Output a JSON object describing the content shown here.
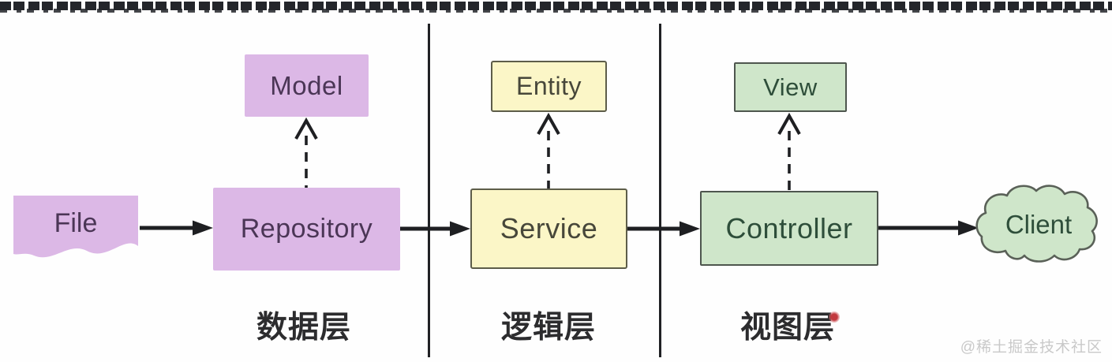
{
  "diagram": {
    "type": "layered-architecture-flow",
    "watermark": "@稀土掘金技术社区",
    "top_strip": {
      "description": "cropped-dark-text-band",
      "color": "#24262b"
    },
    "layers": {
      "data_layer": {
        "label": "数据层"
      },
      "logic_layer": {
        "label": "逻辑层"
      },
      "view_layer": {
        "label": "视图层",
        "marker": "red-dot"
      }
    },
    "nodes": {
      "file": {
        "label": "File",
        "shape": "document",
        "group": "data_layer"
      },
      "repository": {
        "label": "Repository",
        "shape": "rectangle",
        "group": "data_layer"
      },
      "model": {
        "label": "Model",
        "shape": "rectangle",
        "group": "data_layer"
      },
      "service": {
        "label": "Service",
        "shape": "rectangle",
        "group": "logic_layer"
      },
      "entity": {
        "label": "Entity",
        "shape": "rectangle",
        "group": "logic_layer"
      },
      "controller": {
        "label": "Controller",
        "shape": "rectangle",
        "group": "view_layer"
      },
      "view": {
        "label": "View",
        "shape": "rectangle",
        "group": "view_layer"
      },
      "client": {
        "label": "Client",
        "shape": "cloud",
        "group": "view_layer"
      }
    },
    "edges": [
      {
        "from": "file",
        "to": "repository",
        "style": "solid-arrow"
      },
      {
        "from": "repository",
        "to": "model",
        "style": "dashed-open-arrow"
      },
      {
        "from": "repository",
        "to": "service",
        "style": "solid-arrow"
      },
      {
        "from": "service",
        "to": "entity",
        "style": "dashed-open-arrow"
      },
      {
        "from": "service",
        "to": "controller",
        "style": "solid-arrow"
      },
      {
        "from": "controller",
        "to": "view",
        "style": "dashed-open-arrow"
      },
      {
        "from": "controller",
        "to": "client",
        "style": "solid-arrow"
      }
    ],
    "colors": {
      "purple_fill": "#dcb8e6",
      "purple_text": "#4b3656",
      "yellow_fill": "#fbf6c7",
      "yellow_border": "#5d5d49",
      "green_fill": "#cfe6ca",
      "green_border": "#4e564e",
      "arrow": "#1e1f22",
      "divider": "#202124",
      "label_text": "#2c2c2e",
      "red_dot": "#c23a3f",
      "watermark_text": "#c9c9c9"
    }
  }
}
